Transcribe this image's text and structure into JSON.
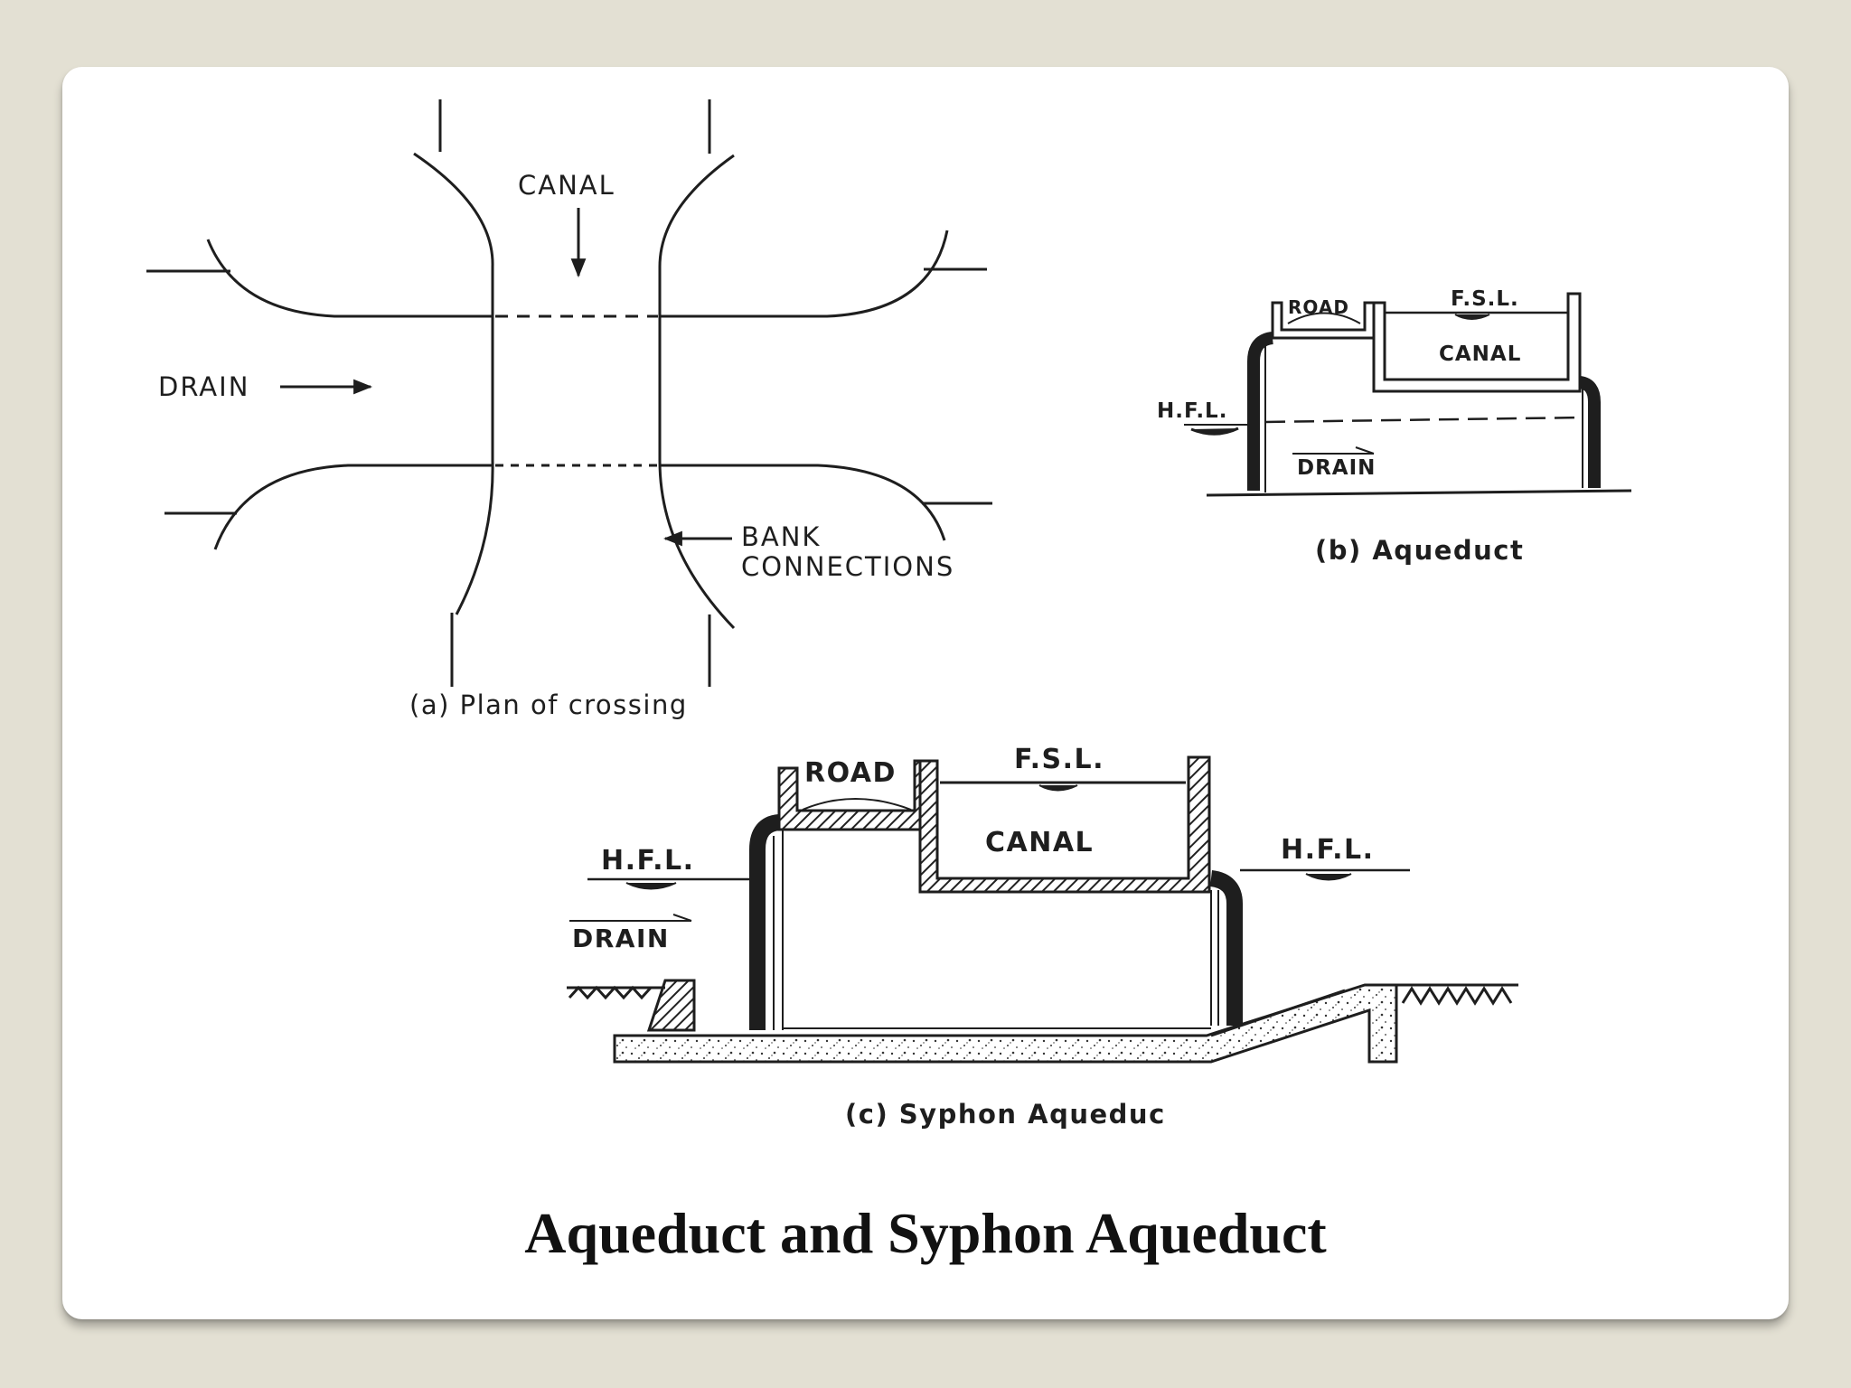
{
  "slide": {
    "title": "Aqueduct and Syphon Aqueduct"
  },
  "plan_of_crossing": {
    "canal_label": "CANAL",
    "drain_label": "DRAIN",
    "bank_label_line1": "BANK",
    "bank_label_line2": "CONNECTIONS",
    "caption": "(a) Plan of crossing"
  },
  "aqueduct": {
    "road_label": "ROAD",
    "fsl_label": "F.S.L.",
    "canal_label": "CANAL",
    "hfl_label": "H.F.L.",
    "drain_label": "DRAIN",
    "caption": "(b) Aqueduct"
  },
  "syphon_aqueduct": {
    "road_label": "ROAD",
    "fsl_label": "F.S.L.",
    "canal_label": "CANAL",
    "hfl_left_label": "H.F.L.",
    "hfl_right_label": "H.F.L.",
    "drain_label": "DRAIN",
    "caption": "(c) Syphon Aqueduc"
  }
}
